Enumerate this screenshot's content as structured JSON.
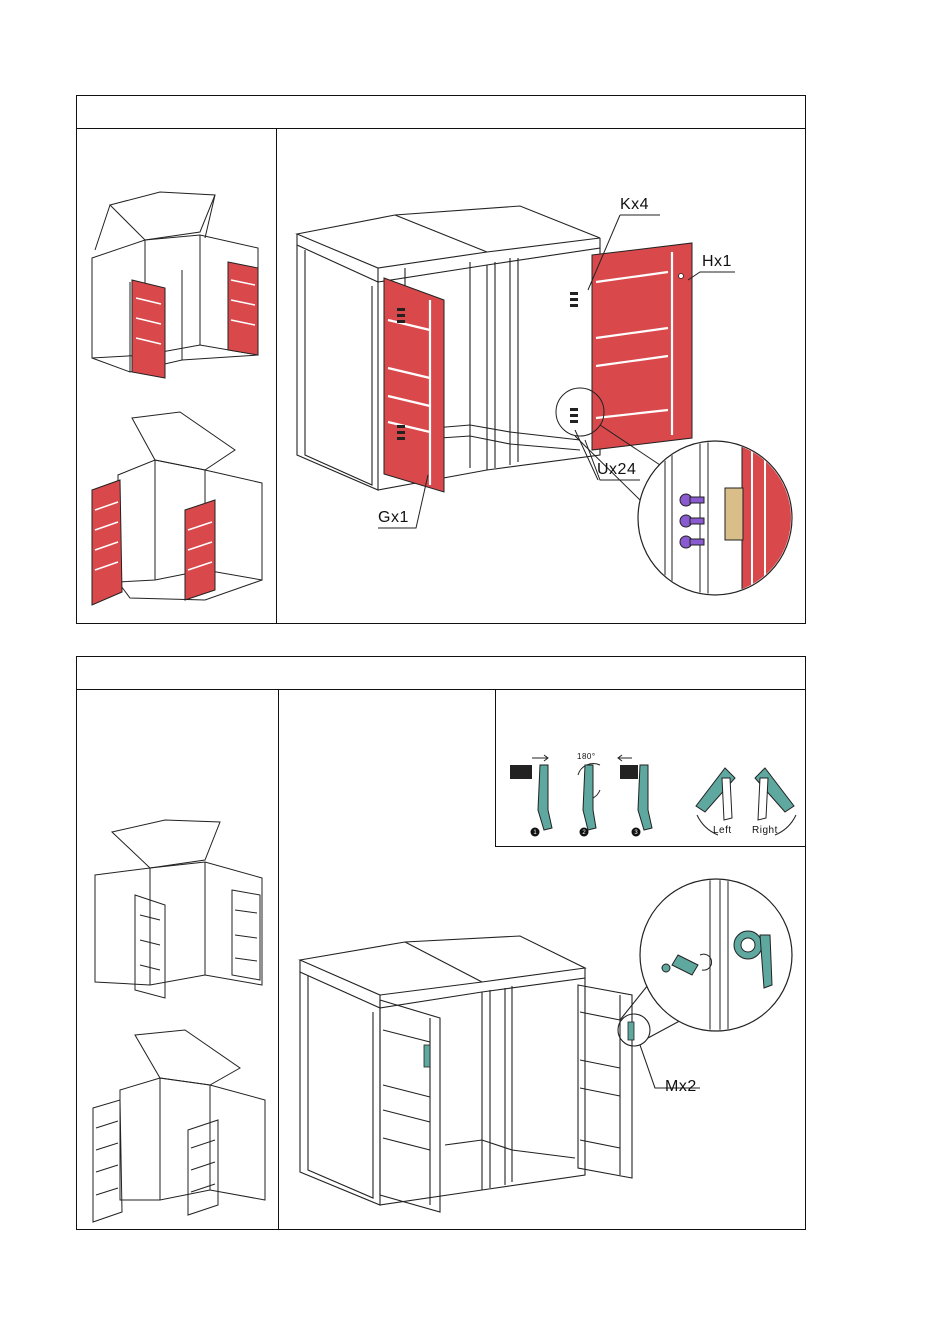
{
  "panel1": {
    "callouts": {
      "kx4": "Kx4",
      "hx1": "Hx1",
      "ux24": "Ux24",
      "gx1": "Gx1"
    }
  },
  "panel2": {
    "handle_steps": {
      "angle": "180°",
      "left": "Left",
      "right": "Right"
    },
    "callouts": {
      "mx2": "Mx2"
    }
  },
  "colors": {
    "door_red": "#d9494c",
    "handle_teal": "#5fa8a0",
    "screw_purple": "#8a5bd0",
    "hinge_tan": "#d9be8a"
  }
}
